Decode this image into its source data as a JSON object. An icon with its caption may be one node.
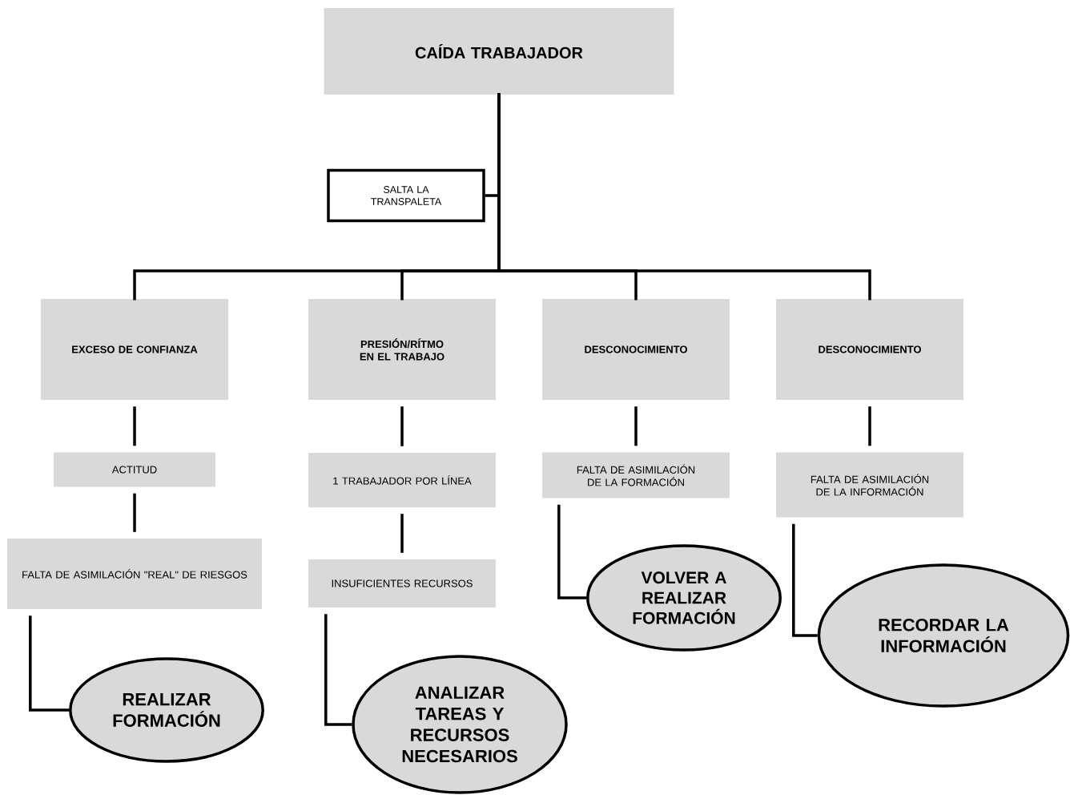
{
  "diagram": {
    "nodes": [
      {
        "text": [
          "CAÍDA TRABAJADOR"
        ]
      },
      {
        "text": [
          "SALTA LA TRANSPALETA"
        ]
      },
      {
        "text": [
          "EXCESO DE CONFIANZA"
        ]
      },
      {
        "text": [
          "PRESIÓN/RÍTMO EN EL TRABAJO"
        ]
      },
      {
        "text": [
          "DESCONOCIMIENTO"
        ]
      },
      {
        "text": [
          "DESCONOCIMIENTO"
        ]
      },
      {
        "text": [
          "ACTITUD"
        ]
      },
      {
        "text": [
          "1 TRABAJADOR POR LÍNEA"
        ]
      },
      {
        "text": [
          "FALTA DE ASIMILACIÓN DE LA FORMACIÓN"
        ]
      },
      {
        "text": [
          "FALTA DE ASIMILACIÓN DE LA INFORMACIÓN"
        ]
      },
      {
        "text": [
          "FALTA DE ASIMILACIÓN \"REAL\" DE RIESGOS"
        ]
      },
      {
        "text": [
          "INSUFICIENTES RECURSOS"
        ]
      },
      {
        "text": [
          "VOLVER A REALIZAR FORMACIÓN"
        ]
      },
      {
        "text": [
          "RECORDAR LA INFORMACIÓN"
        ]
      },
      {
        "text": [
          "REALIZAR FORMACIÓN"
        ]
      },
      {
        "text": [
          "ANALIZAR TAREAS Y RECURSOS NECESARIOS"
        ]
      }
    ],
    "edges": [
      {
        "from": 0,
        "to": 1,
        "arrow": "none"
      },
      {
        "from": 0,
        "to": 2,
        "arrow": "none"
      },
      {
        "from": 0,
        "to": 3,
        "arrow": "none"
      },
      {
        "from": 0,
        "to": 4,
        "arrow": "none"
      },
      {
        "from": 0,
        "to": 5,
        "arrow": "none"
      },
      {
        "from": 2,
        "to": 6,
        "arrow": "none"
      },
      {
        "from": 6,
        "to": 10,
        "arrow": "none"
      },
      {
        "from": 10,
        "to": 14,
        "arrow": "none"
      },
      {
        "from": 3,
        "to": 7,
        "arrow": "none"
      },
      {
        "from": 7,
        "to": 11,
        "arrow": "none"
      },
      {
        "from": 11,
        "to": 15,
        "arrow": "none"
      },
      {
        "from": 4,
        "to": 8,
        "arrow": "none"
      },
      {
        "from": 8,
        "to": 12,
        "arrow": "none"
      },
      {
        "from": 5,
        "to": 9,
        "arrow": "none"
      },
      {
        "from": 9,
        "to": 13,
        "arrow": "none"
      }
    ]
  }
}
